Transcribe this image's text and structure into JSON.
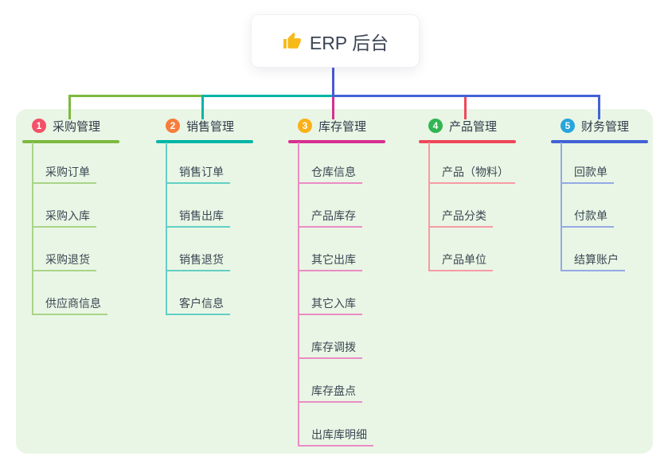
{
  "root": {
    "label": "ERP 后台",
    "icon": "thumbs-up-icon",
    "icon_color": "#f7b918",
    "line_color": "#4a5ad0"
  },
  "palette": {
    "canvas_bg": "#ffffff",
    "panel_bg": "#e9f6e5",
    "title_text": "#2f3b4a",
    "child_text": "#3a4754"
  },
  "branches": [
    {
      "index": "1",
      "label": "采购管理",
      "badge_color": "#f35168",
      "line_color": "#7cb93f",
      "child_line_color": "#a9d488",
      "children": [
        "采购订单",
        "采购入库",
        "采购退货",
        "供应商信息"
      ]
    },
    {
      "index": "2",
      "label": "销售管理",
      "badge_color": "#f67d3a",
      "line_color": "#00b5a6",
      "child_line_color": "#63cfc5",
      "children": [
        "销售订单",
        "销售出库",
        "销售退货",
        "客户信息"
      ]
    },
    {
      "index": "3",
      "label": "库存管理",
      "badge_color": "#fbb018",
      "line_color": "#d6308f",
      "child_line_color": "#ea8cc5",
      "children": [
        "仓库信息",
        "产品库存",
        "其它出库",
        "其它入库",
        "库存调拨",
        "库存盘点",
        "出库库明细"
      ]
    },
    {
      "index": "4",
      "label": "产品管理",
      "badge_color": "#32b553",
      "line_color": "#f0475a",
      "child_line_color": "#f79aa4",
      "children": [
        "产品（物料）",
        "产品分类",
        "产品单位"
      ]
    },
    {
      "index": "5",
      "label": "财务管理",
      "badge_color": "#27a5dc",
      "line_color": "#4262d6",
      "child_line_color": "#94a9e4",
      "children": [
        "回款单",
        "付款单",
        "结算账户"
      ]
    }
  ]
}
